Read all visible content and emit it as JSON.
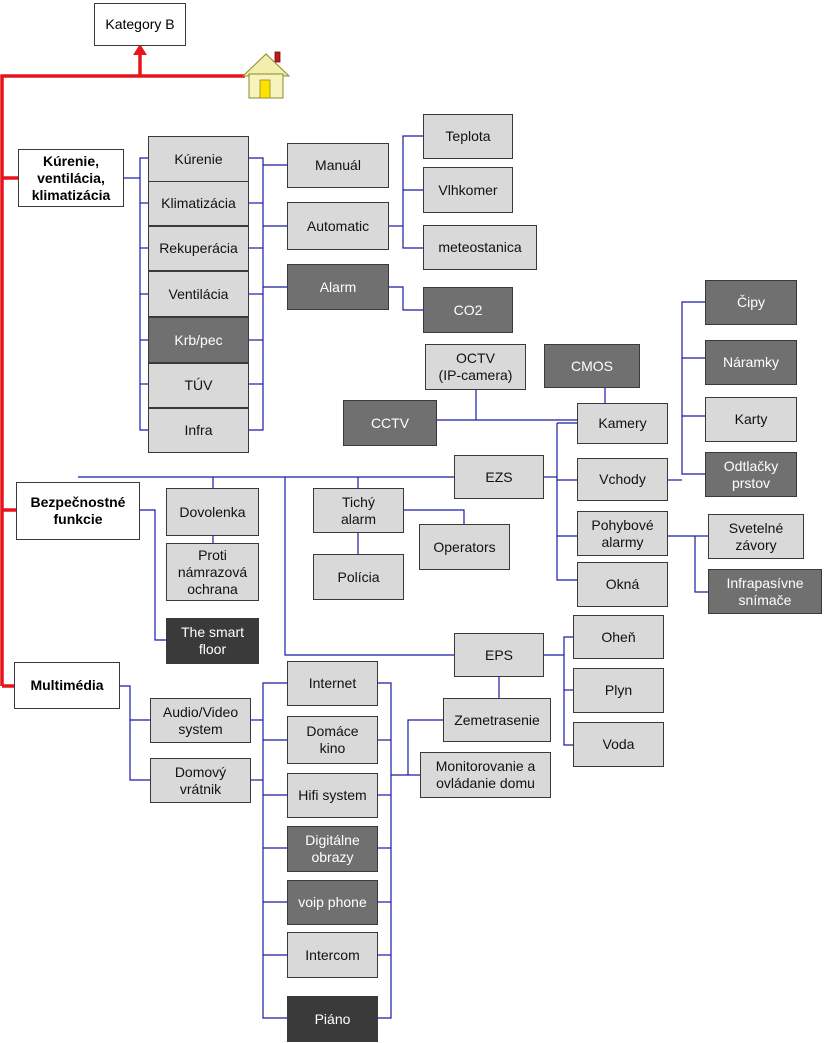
{
  "nodes": [
    {
      "id": "kategory",
      "label": "Kategory B",
      "style": "white"
    },
    {
      "id": "kurenie-cat",
      "label": "Kúrenie,\nventilácia,\nklimatizácia",
      "style": "white",
      "bold": true
    },
    {
      "id": "bezpecnost",
      "label": "Bezpečnostné\nfunkcie",
      "style": "white",
      "bold": true
    },
    {
      "id": "multimedia",
      "label": "Multimédia",
      "style": "white",
      "bold": true
    },
    {
      "id": "kurenie",
      "label": "Kúrenie",
      "style": "light"
    },
    {
      "id": "klimatizacia",
      "label": "Klimatizácia",
      "style": "light"
    },
    {
      "id": "rekuperacia",
      "label": "Rekuperácia",
      "style": "light"
    },
    {
      "id": "ventilacia",
      "label": "Ventilácia",
      "style": "light"
    },
    {
      "id": "krb",
      "label": "Krb/pec",
      "style": "mid"
    },
    {
      "id": "tuv",
      "label": "TÚV",
      "style": "light"
    },
    {
      "id": "infra",
      "label": "Infra",
      "style": "light"
    },
    {
      "id": "manual",
      "label": "Manuál",
      "style": "light"
    },
    {
      "id": "automatic",
      "label": "Automatic",
      "style": "light"
    },
    {
      "id": "alarm",
      "label": "Alarm",
      "style": "mid"
    },
    {
      "id": "teplota",
      "label": "Teplota",
      "style": "light"
    },
    {
      "id": "vlhkomer",
      "label": "Vlhkomer",
      "style": "light"
    },
    {
      "id": "meteostanica",
      "label": "meteostanica",
      "style": "light"
    },
    {
      "id": "co2",
      "label": "CO2",
      "style": "mid"
    },
    {
      "id": "octv",
      "label": "OCTV\n(IP-camera)",
      "style": "light"
    },
    {
      "id": "cmos",
      "label": "CMOS",
      "style": "mid"
    },
    {
      "id": "cctv",
      "label": "CCTV",
      "style": "mid"
    },
    {
      "id": "kamery",
      "label": "Kamery",
      "style": "light"
    },
    {
      "id": "cipy",
      "label": "Čipy",
      "style": "mid"
    },
    {
      "id": "naramky",
      "label": "Náramky",
      "style": "mid"
    },
    {
      "id": "karty",
      "label": "Karty",
      "style": "light"
    },
    {
      "id": "odtlacky",
      "label": "Odtlačky\nprstov",
      "style": "mid"
    },
    {
      "id": "ezs",
      "label": "EZS",
      "style": "light"
    },
    {
      "id": "vchody",
      "label": "Vchody",
      "style": "light"
    },
    {
      "id": "pohybove",
      "label": "Pohybové\nalarmy",
      "style": "light"
    },
    {
      "id": "okna",
      "label": "Okná",
      "style": "light"
    },
    {
      "id": "svetelne",
      "label": "Svetelné\nzávory",
      "style": "light"
    },
    {
      "id": "infrapasivne",
      "label": "Infrapasívne\nsnímače",
      "style": "mid"
    },
    {
      "id": "dovolenka",
      "label": "Dovolenka",
      "style": "light"
    },
    {
      "id": "protinamraz",
      "label": "Proti\nnámrazová\nochrana",
      "style": "light"
    },
    {
      "id": "smartfloor",
      "label": "The smart\nfloor",
      "style": "dark"
    },
    {
      "id": "tichy",
      "label": "Tichý\nalarm",
      "style": "light"
    },
    {
      "id": "operators",
      "label": "Operators",
      "style": "light"
    },
    {
      "id": "policia",
      "label": "Polícia",
      "style": "light"
    },
    {
      "id": "eps",
      "label": "EPS",
      "style": "light"
    },
    {
      "id": "ohen",
      "label": "Oheň",
      "style": "light"
    },
    {
      "id": "plyn",
      "label": "Plyn",
      "style": "light"
    },
    {
      "id": "voda",
      "label": "Voda",
      "style": "light"
    },
    {
      "id": "zemetrasenie",
      "label": "Zemetrasenie",
      "style": "light"
    },
    {
      "id": "monitorovanie",
      "label": "Monitorovanie a\novládanie domu",
      "style": "light"
    },
    {
      "id": "audiovideo",
      "label": "Audio/Video\nsystem",
      "style": "light"
    },
    {
      "id": "domovy",
      "label": "Domový\nvrátnik",
      "style": "light"
    },
    {
      "id": "internet",
      "label": "Internet",
      "style": "light"
    },
    {
      "id": "domacekino",
      "label": "Domáce\nkino",
      "style": "light"
    },
    {
      "id": "hifi",
      "label": "Hifi system",
      "style": "light"
    },
    {
      "id": "digitalne",
      "label": "Digitálne\nobrazy",
      "style": "mid"
    },
    {
      "id": "voip",
      "label": "voip phone",
      "style": "mid"
    },
    {
      "id": "intercom",
      "label": "Intercom",
      "style": "light"
    },
    {
      "id": "piano",
      "label": "Piáno",
      "style": "dark"
    }
  ],
  "colors": {
    "tree_line": "#e8141b",
    "connector": "#1a1aa6",
    "light_box": "#d9d9d9",
    "mid_box": "#707070",
    "dark_box": "#3a3a3a"
  },
  "icons": {
    "home": "house-icon"
  }
}
